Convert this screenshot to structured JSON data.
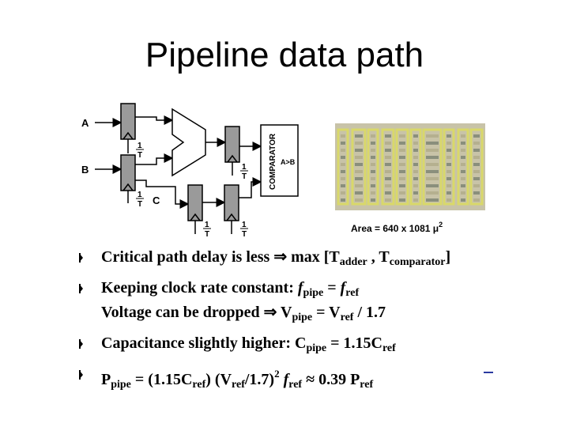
{
  "title": "Pipeline data path",
  "diagram": {
    "input_a": "A",
    "input_b": "B",
    "input_c": "C",
    "clock_num": "1",
    "clock_den": "T",
    "comparator_label": "COMPARATOR",
    "comparator_op": "A>B",
    "area_label": "Area = 640 x 1081 μ",
    "area_exp": "2"
  },
  "bullets": {
    "b1": {
      "text": "Critical path delay is less ⇒ max [T",
      "sub1": "adder",
      "mid": " , T",
      "sub2": "comparator",
      "end": "]"
    },
    "b2": {
      "l1a": "Keeping clock rate constant: ",
      "l1f": "f",
      "l1s": "pipe",
      "l1eq": " = ",
      "l1f2": "f",
      "l1s2": "ref",
      "l2a": "Voltage can be dropped ⇒ V",
      "l2s": "pipe",
      "l2eq": " = V",
      "l2s2": "ref",
      "l2end": " / 1.7"
    },
    "b3": {
      "text": "Capacitance slightly higher: C",
      "sub1": "pipe",
      "mid": " = 1.15C",
      "sub2": "ref"
    },
    "b4": {
      "p": "P",
      "s1": "pipe",
      "a": " = (1.15C",
      "s2": "ref",
      "b": ")  (V",
      "s3": "ref",
      "c": "/1.7)",
      "sup": "2",
      "f": " f",
      "s4": "ref",
      "d": " ≈ 0.39 P",
      "s5": "ref"
    }
  },
  "colors": {
    "register_fill": "#9a9a9a",
    "layout_bg": "#c8c3a8",
    "layout_cell": "#d9d86a",
    "bullet_dash": "#2a3aa0"
  }
}
